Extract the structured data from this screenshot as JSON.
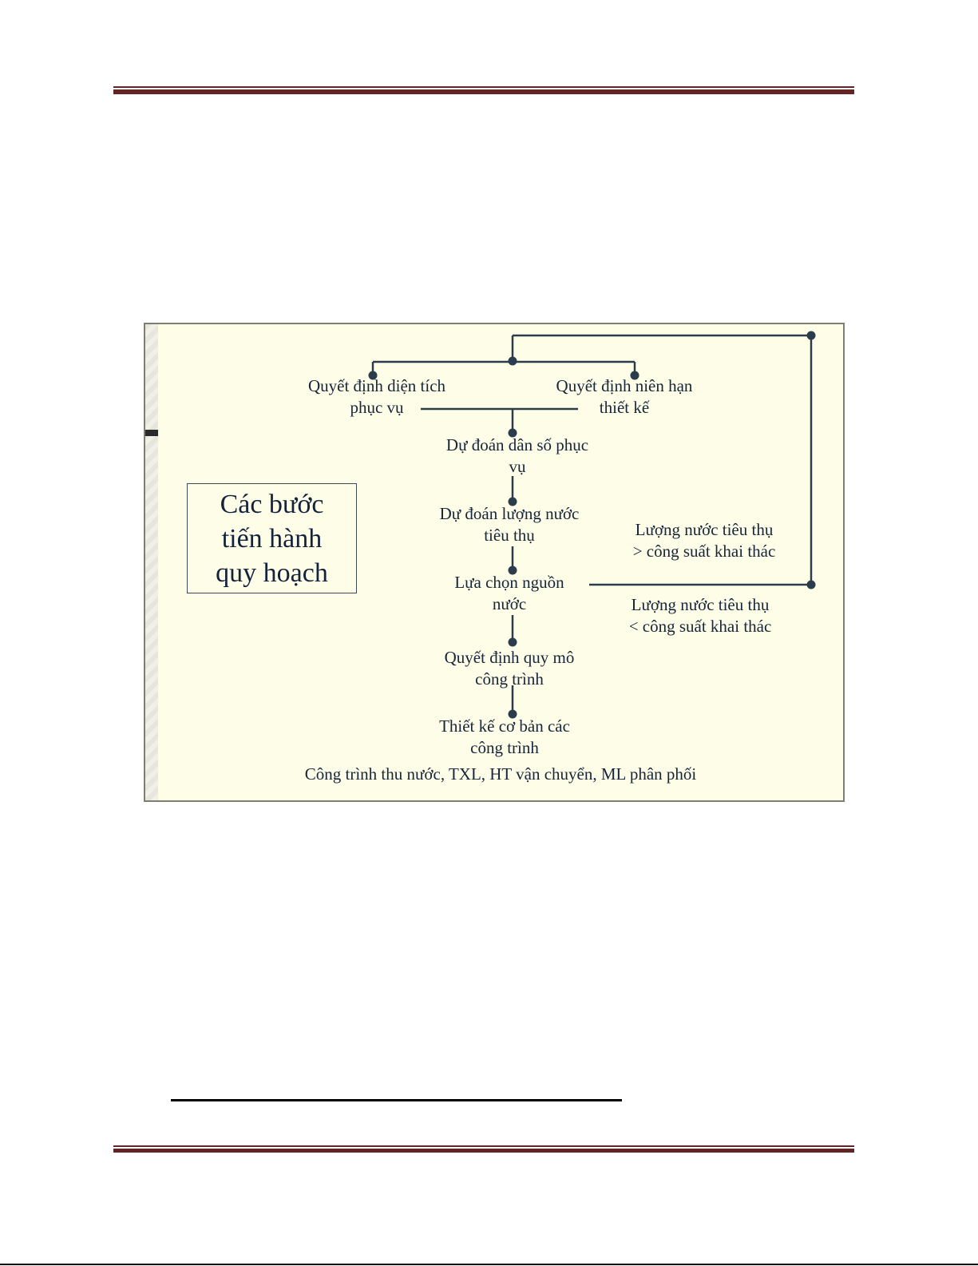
{
  "page": {
    "header_rule_color": "#622424"
  },
  "slide": {
    "title": "Các bước\ntiến hành\nquy hoạch",
    "steps": [
      {
        "id": "area",
        "label": "Quyết định diện tích\nphục vụ"
      },
      {
        "id": "period",
        "label": "Quyết định niên hạn\nthiết kế"
      },
      {
        "id": "population",
        "label": "Dự đoán dân số phục\nvụ"
      },
      {
        "id": "demand",
        "label": "Dự đoán lượng nước\ntiêu thụ"
      },
      {
        "id": "source",
        "label": "Lựa chọn nguồn\nnước"
      },
      {
        "id": "scale",
        "label": "Quyết định quy mô\ncông trình"
      },
      {
        "id": "design",
        "label": "Thiết kế cơ bản các\ncông trình"
      }
    ],
    "conditions": {
      "greater": "Lượng nước tiêu thụ\n> công suất khai thác",
      "less": "Lượng nước tiêu thụ\n< công suất khai thác"
    },
    "footer_note": "Công trình thu nước, TXL, HT vận chuyển, ML phân phối",
    "colors": {
      "background": "#fefee8",
      "line": "#2b3c4c",
      "text": "#17253a"
    }
  }
}
